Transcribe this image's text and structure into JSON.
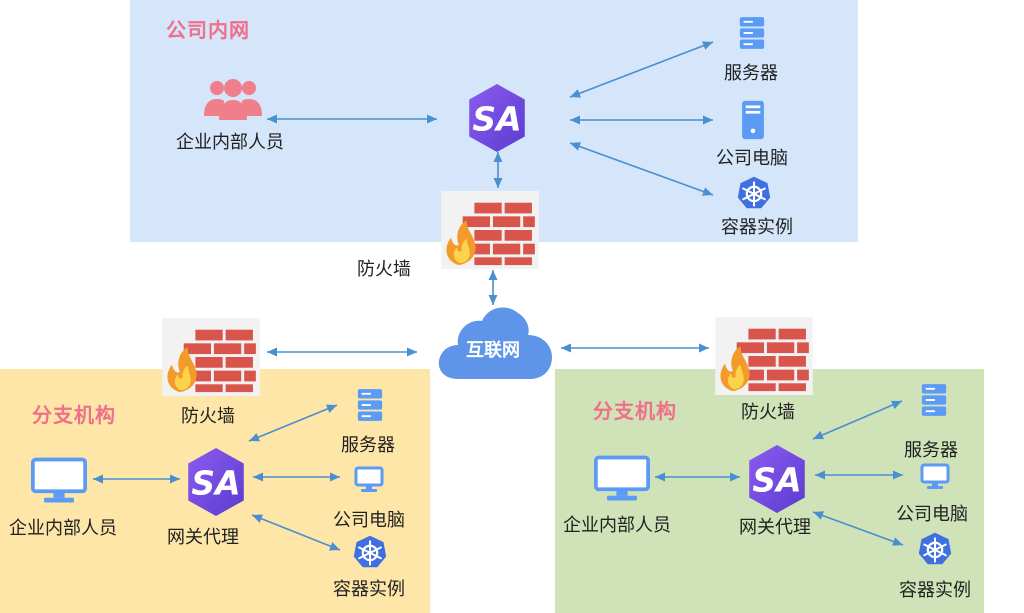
{
  "colors": {
    "hq_bg": "#d5e6fb",
    "branch_left_bg": "#fde6a7",
    "branch_right_bg": "#cfe2b8",
    "title_pink": "#f06f8a",
    "arrow": "#4a8fd0",
    "gateway_purple": "#7a4fe0",
    "cloud": "#5f95e8",
    "brick": "#d9544a",
    "monitor": "#5b9bf5"
  },
  "hq": {
    "title": "公司内网",
    "users_label": "企业内部人员",
    "server_label": "服务器",
    "pc_label": "公司电脑",
    "container_label": "容器实例",
    "firewall_label": "防火墙"
  },
  "internet": {
    "label": "互联网"
  },
  "branch_left": {
    "title": "分支机构",
    "firewall_label": "防火墙",
    "users_label": "企业内部人员",
    "gateway_label": "网关代理",
    "server_label": "服务器",
    "pc_label": "公司电脑",
    "container_label": "容器实例"
  },
  "branch_right": {
    "title": "分支机构",
    "firewall_label": "防火墙",
    "users_label": "企业内部人员",
    "gateway_label": "网关代理",
    "server_label": "服务器",
    "pc_label": "公司电脑",
    "container_label": "容器实例"
  }
}
